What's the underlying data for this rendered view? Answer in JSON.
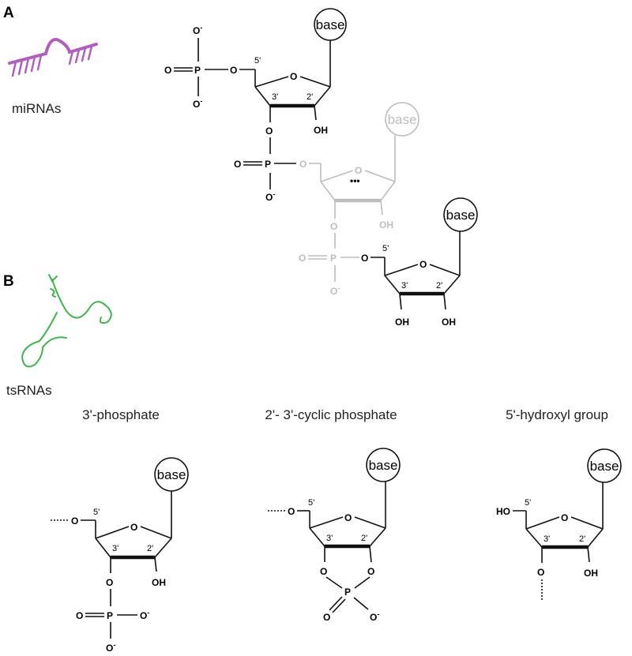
{
  "panels": {
    "a": "A",
    "b": "B"
  },
  "labels": {
    "mirnas": "miRNAs",
    "tsrnas": "tsRNAs"
  },
  "captions": {
    "phosphate3": "3'-phosphate",
    "cyclic": "2'- 3'-cyclic phosphate",
    "hydroxyl5": "5'-hydroxyl group"
  },
  "chem": {
    "base": "base",
    "O": "O",
    "P": "P",
    "OH": "OH",
    "HO": "HO",
    "Ominus": "O-",
    "prime5": "5'",
    "prime3": "3'",
    "prime2": "2'",
    "dots": "•••"
  },
  "colors": {
    "mirna": "#b15fbf",
    "tsrna": "#3fb54a",
    "faded": "#bdbdbd",
    "ink": "#111111"
  }
}
